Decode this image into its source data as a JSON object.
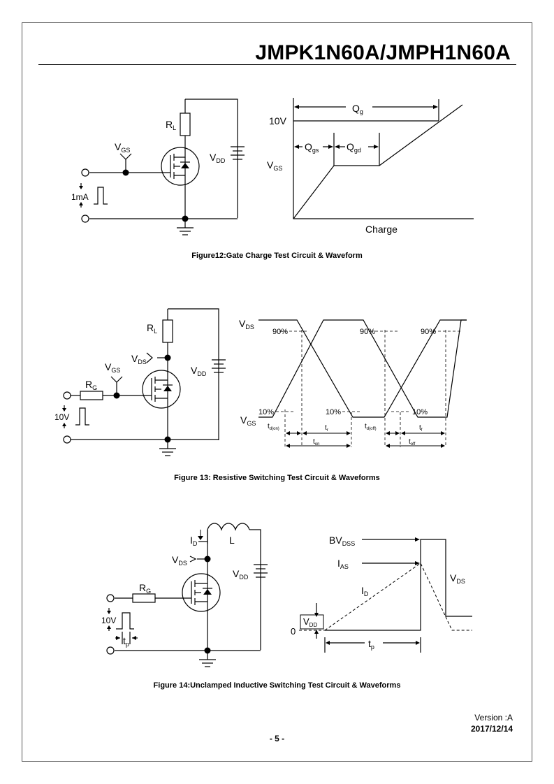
{
  "header": {
    "title": "JMPK1N60A/JMPH1N60A"
  },
  "figure12": {
    "caption": "Figure12:Gate Charge Test Circuit & Waveform",
    "circuit": {
      "rl": "R",
      "rl_sub": "L",
      "vgs": "V",
      "vgs_sub": "GS",
      "vdd": "V",
      "vdd_sub": "DD",
      "current": "1mA"
    },
    "waveform": {
      "qg": "Q",
      "qg_sub": "g",
      "ten_v": "10V",
      "qgs": "Q",
      "qgs_sub": "gs",
      "qgd": "Q",
      "qgd_sub": "gd",
      "vgs": "V",
      "vgs_sub": "GS",
      "xlabel": "Charge"
    }
  },
  "figure13": {
    "caption": "Figure 13: Resistive Switching Test Circuit & Waveforms",
    "circuit": {
      "rl": "R",
      "rl_sub": "L",
      "vgs": "V",
      "vgs_sub": "GS",
      "vds": "V",
      "vds_sub": "DS",
      "rg": "R",
      "rg_sub": "G",
      "vdd": "V",
      "vdd_sub": "DD",
      "pulse": "10V"
    },
    "waveform": {
      "vds": "V",
      "vds_sub": "DS",
      "vgs": "V",
      "vgs_sub": "GS",
      "p90": [
        "90%",
        "90%",
        "90%"
      ],
      "p10": [
        "10%",
        "10%",
        "10%"
      ],
      "td_on": "t",
      "td_on_sub": "d(on)",
      "tr": "t",
      "tr_sub": "r",
      "td_off": "t",
      "td_off_sub": "d(off)",
      "tf": "t",
      "tf_sub": "f",
      "ton": "t",
      "ton_sub": "on",
      "toff": "t",
      "toff_sub": "off"
    }
  },
  "figure14": {
    "caption": "Figure 14:Unclamped Inductive Switching Test Circuit & Waveforms",
    "circuit": {
      "id": "I",
      "id_sub": "D",
      "l": "L",
      "vds": "V",
      "vds_sub": "DS",
      "vdd": "V",
      "vdd_sub": "DD",
      "rg": "R",
      "rg_sub": "G",
      "pulse": "10V",
      "tp": "t",
      "tp_sub": "p"
    },
    "waveform": {
      "bvdss": "BV",
      "bvdss_sub": "DSS",
      "ias": "I",
      "ias_sub": "AS",
      "id": "I",
      "id_sub": "D",
      "vds": "V",
      "vds_sub": "DS",
      "vdd": "V",
      "vdd_sub": "DD",
      "zero": "0",
      "tp": "t",
      "tp_sub": "p"
    }
  },
  "footer": {
    "version": "Version :A",
    "date": "2017/12/14",
    "page": "- 5 -"
  }
}
